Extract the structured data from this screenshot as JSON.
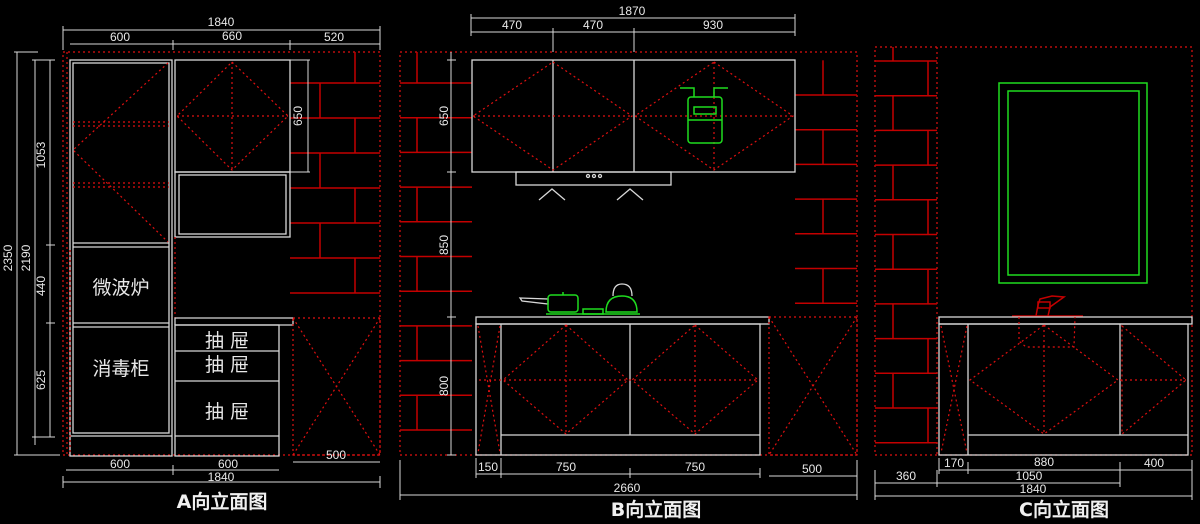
{
  "colors": {
    "background": "#000000",
    "cabinet": "#d8d8d8",
    "hidden_line": "#e01010",
    "brick": "#c40000",
    "fixture": "#1fdc1f"
  },
  "elevation_a": {
    "title": "A向立面图",
    "top_total": "1840",
    "top_dims": [
      "600",
      "660",
      "520"
    ],
    "upper_height": "650",
    "left_dims": {
      "total": "2350",
      "sub_total": "2190",
      "parts": [
        "1053",
        "440",
        "625"
      ]
    },
    "labels": {
      "microwave": "微波炉",
      "sterilizer": "消毒柜",
      "drawers": [
        "抽 屉",
        "抽 屉",
        "抽 屉"
      ]
    },
    "bottom_dims": [
      "600",
      "600"
    ],
    "bottom_total": "1840",
    "side_box": "500"
  },
  "elevation_b": {
    "title": "B向立面图",
    "top_total": "1870",
    "top_dims": [
      "470",
      "470",
      "930"
    ],
    "left_dims": [
      "650",
      "850",
      "800"
    ],
    "bottom_dims": [
      "150",
      "750",
      "750",
      "500"
    ],
    "bottom_total": "2660"
  },
  "elevation_c": {
    "title": "C向立面图",
    "dims_row1": [
      "170",
      "880",
      "400"
    ],
    "dims_row2": [
      "360",
      "1050"
    ],
    "bottom_total": "1840"
  }
}
